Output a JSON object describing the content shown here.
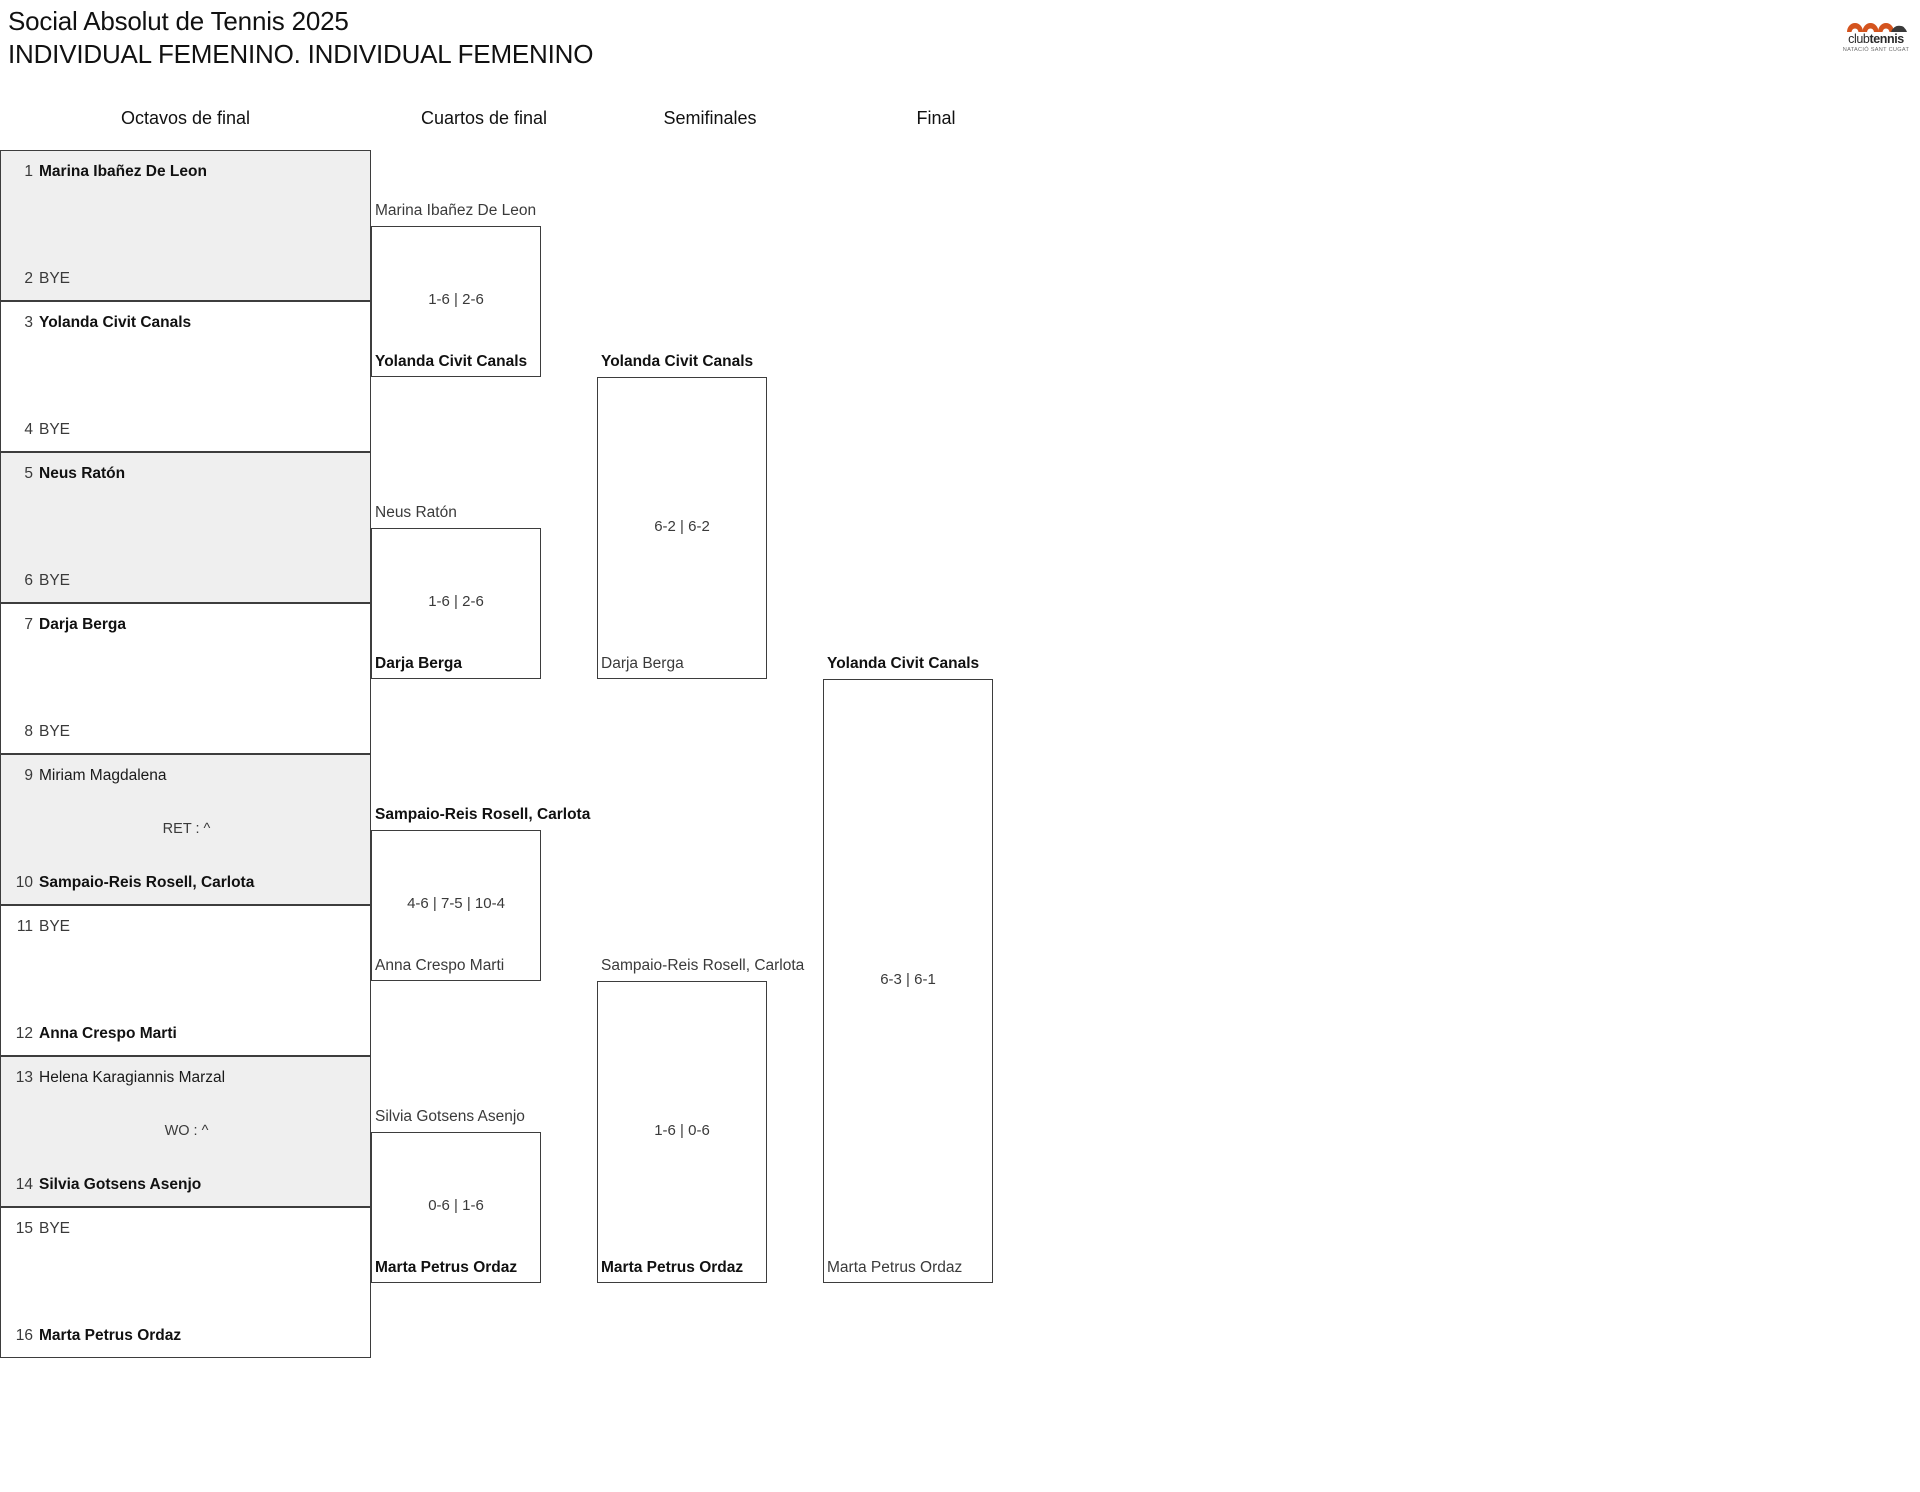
{
  "header": {
    "tournament": "Social Absolut de Tennis 2025",
    "category": "INDIVIDUAL FEMENINO. INDIVIDUAL FEMENINO"
  },
  "logo": {
    "word_a": "club",
    "word_b": "tennis",
    "subtitle": "NATACIÓ SANT CUGAT",
    "color": "#d4541e"
  },
  "colors": {
    "shaded_row": "#efefef",
    "border": "#3d3d3d",
    "text": "#1a1a1a",
    "muted_text": "#3a3a3a"
  },
  "rounds": [
    {
      "label": "Octavos de final"
    },
    {
      "label": "Cuartos de final"
    },
    {
      "label": "Semifinales"
    },
    {
      "label": "Final"
    }
  ],
  "chart_data": {
    "type": "bracket",
    "title": "Social Absolut de Tennis 2025 — INDIVIDUAL FEMENINO",
    "draw_size": 16,
    "rounds": [
      "Octavos de final",
      "Cuartos de final",
      "Semifinales",
      "Final"
    ],
    "champion": "Yolanda Civit Canals",
    "final_score": "6-3 | 6-1"
  },
  "round1": [
    {
      "shaded": true,
      "note": "",
      "top": {
        "seed": "1",
        "name": "Marina Ibañez De Leon",
        "winner": true,
        "bye": false
      },
      "bottom": {
        "seed": "2",
        "name": "BYE",
        "winner": false,
        "bye": true
      }
    },
    {
      "shaded": false,
      "note": "",
      "top": {
        "seed": "3",
        "name": "Yolanda Civit Canals",
        "winner": true,
        "bye": false
      },
      "bottom": {
        "seed": "4",
        "name": "BYE",
        "winner": false,
        "bye": true
      }
    },
    {
      "shaded": true,
      "note": "",
      "top": {
        "seed": "5",
        "name": "Neus Ratón",
        "winner": true,
        "bye": false
      },
      "bottom": {
        "seed": "6",
        "name": "BYE",
        "winner": false,
        "bye": true
      }
    },
    {
      "shaded": false,
      "note": "",
      "top": {
        "seed": "7",
        "name": "Darja Berga",
        "winner": true,
        "bye": false
      },
      "bottom": {
        "seed": "8",
        "name": "BYE",
        "winner": false,
        "bye": true
      }
    },
    {
      "shaded": true,
      "note": "RET : ^",
      "top": {
        "seed": "9",
        "name": "Miriam Magdalena",
        "winner": false,
        "bye": false
      },
      "bottom": {
        "seed": "10",
        "name": "Sampaio-Reis Rosell, Carlota",
        "winner": true,
        "bye": false
      }
    },
    {
      "shaded": false,
      "note": "",
      "top": {
        "seed": "11",
        "name": "BYE",
        "winner": false,
        "bye": true
      },
      "bottom": {
        "seed": "12",
        "name": "Anna Crespo Marti",
        "winner": true,
        "bye": false
      }
    },
    {
      "shaded": true,
      "note": "WO : ^",
      "top": {
        "seed": "13",
        "name": "Helena Karagiannis Marzal",
        "winner": false,
        "bye": false
      },
      "bottom": {
        "seed": "14",
        "name": "Silvia Gotsens Asenjo",
        "winner": true,
        "bye": false
      }
    },
    {
      "shaded": false,
      "note": "",
      "top": {
        "seed": "15",
        "name": "BYE",
        "winner": false,
        "bye": true
      },
      "bottom": {
        "seed": "16",
        "name": "Marta Petrus Ordaz",
        "winner": true,
        "bye": false
      }
    }
  ],
  "round2": [
    {
      "top": "Marina Ibañez De Leon",
      "top_winner": false,
      "bottom": "Yolanda Civit Canals",
      "bottom_winner": true,
      "score": "1-6 | 2-6"
    },
    {
      "top": "Neus Ratón",
      "top_winner": false,
      "bottom": "Darja Berga",
      "bottom_winner": true,
      "score": "1-6 | 2-6"
    },
    {
      "top": "Sampaio-Reis Rosell, Carlota",
      "top_winner": true,
      "bottom": "Anna Crespo Marti",
      "bottom_winner": false,
      "score": "4-6 | 7-5 | 10-4"
    },
    {
      "top": "Silvia Gotsens Asenjo",
      "top_winner": false,
      "bottom": "Marta Petrus Ordaz",
      "bottom_winner": true,
      "score": "0-6 | 1-6"
    }
  ],
  "round3": [
    {
      "top": "Yolanda Civit Canals",
      "top_winner": true,
      "bottom": "Darja Berga",
      "bottom_winner": false,
      "score": "6-2 | 6-2"
    },
    {
      "top": "Sampaio-Reis Rosell, Carlota",
      "top_winner": false,
      "bottom": "Marta Petrus Ordaz",
      "bottom_winner": true,
      "score": "1-6 | 0-6"
    }
  ],
  "round4": [
    {
      "top": "Yolanda Civit Canals",
      "top_winner": true,
      "bottom": "Marta Petrus Ordaz",
      "bottom_winner": false,
      "score": "6-3 | 6-1"
    }
  ]
}
